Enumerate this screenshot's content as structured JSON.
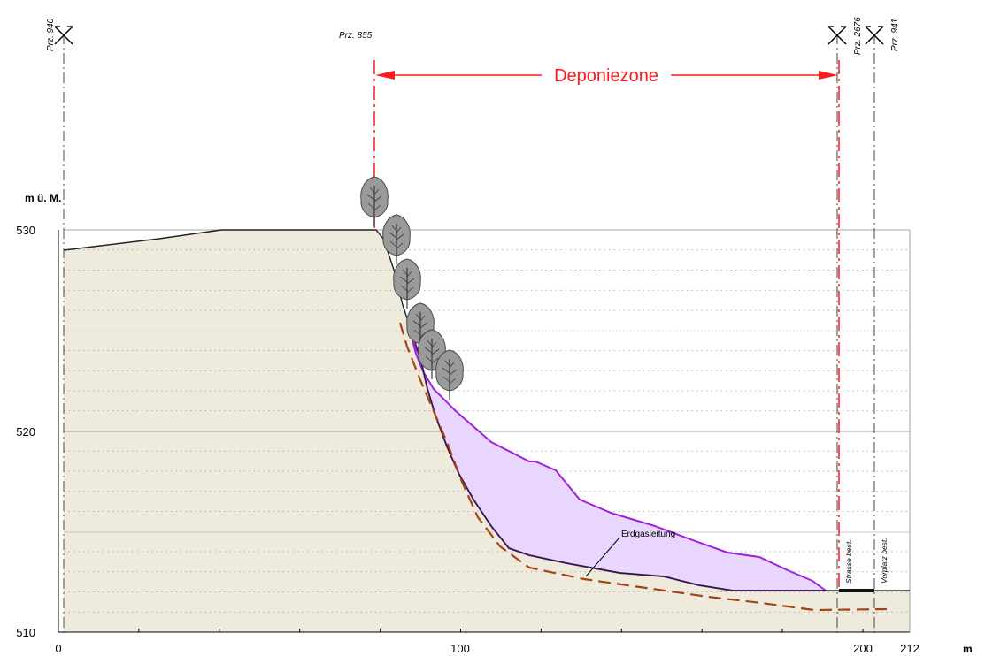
{
  "axis": {
    "y_unit": "m ü. M.",
    "x_unit": "m",
    "y_ticks": [
      "530",
      "520",
      "510"
    ],
    "x_ticks": [
      "0",
      "100",
      "200",
      "212"
    ]
  },
  "zone_label": "Deponiezone",
  "parcels": {
    "p940": "Prz. 940",
    "p855": "Prz. 855",
    "p2676": "Prz. 2676",
    "p941": "Prz. 941"
  },
  "annotations": {
    "pipeline": "Erdgasleitung",
    "road": "Strasse best.",
    "forecourt": "Vorplatz best."
  },
  "colors": {
    "ground": "#efebdc",
    "fill_zone": "#e8d6ff",
    "fill_line": "#a020e0",
    "zone": "#ff1a1a",
    "excavation": "#a34418"
  }
}
